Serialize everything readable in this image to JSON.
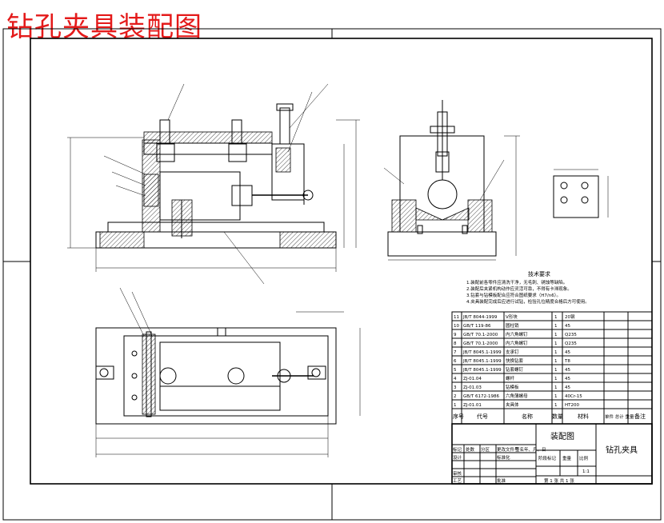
{
  "title": "钻孔夹具装配图",
  "tech": {
    "heading": "技术要求",
    "lines": [
      "1.装配前各零件应清洗干净，无毛刺、锈蚀等缺陷。",
      "2.装配后夹紧机构动作应灵活可靠，不得有卡滞现象。",
      "3.钻套与钻模板配合应符合图纸要求（H7/n6）。",
      "4.夹具装配完成后应进行试钻，检验孔位精度合格后方可使用。"
    ]
  },
  "parts": {
    "header": {
      "no": "序号",
      "code": "代号",
      "name": "名称",
      "qty": "数量",
      "material": "材料",
      "weight": "单件 总计 重量",
      "remark": "备注"
    },
    "rows": [
      {
        "no": "11",
        "code": "JB/T 8044-1999",
        "name": "V形块",
        "qty": "1",
        "material": "20钢"
      },
      {
        "no": "10",
        "code": "GB/T 119-86",
        "name": "圆柱销",
        "qty": "1",
        "material": "45"
      },
      {
        "no": "9",
        "code": "GB/T 70.1-2000",
        "name": "内六角螺钉",
        "qty": "1",
        "material": "Q235"
      },
      {
        "no": "8",
        "code": "GB/T 70.1-2000",
        "name": "内六角螺钉",
        "qty": "1",
        "material": "Q235"
      },
      {
        "no": "7",
        "code": "JB/T 8045.1-1999",
        "name": "支承钉",
        "qty": "1",
        "material": "45"
      },
      {
        "no": "6",
        "code": "JB/T 8045.1-1999",
        "name": "快换钻套",
        "qty": "1",
        "material": "T8"
      },
      {
        "no": "5",
        "code": "JB/T 8045.1-1999",
        "name": "钻套螺钉",
        "qty": "1",
        "material": "45"
      },
      {
        "no": "4",
        "code": "ZJ-01.04",
        "name": "螺杆",
        "qty": "1",
        "material": "45"
      },
      {
        "no": "3",
        "code": "ZJ-01.03",
        "name": "钻模板",
        "qty": "1",
        "material": "45"
      },
      {
        "no": "2",
        "code": "GB/T 6172-1986",
        "name": "六角薄螺母",
        "qty": "1",
        "material": "40Cr-15"
      },
      {
        "no": "1",
        "code": "ZJ-01.01",
        "name": "夹具体",
        "qty": "1",
        "material": "HT200"
      }
    ]
  },
  "titleblock": {
    "drawing_name": "装配图",
    "product": "钻孔夹具",
    "scale": "1:1",
    "sheet": "第 1 张 共 1 张",
    "roles": [
      "标记",
      "处数",
      "分区",
      "更改文件号",
      "签名",
      "年、月、日"
    ],
    "design": "设计",
    "audit": "审核",
    "craft": "工艺",
    "stdz": "标准化",
    "approve": "批准",
    "stage": "阶段标记",
    "weight": "重量",
    "ratio": "比例"
  }
}
